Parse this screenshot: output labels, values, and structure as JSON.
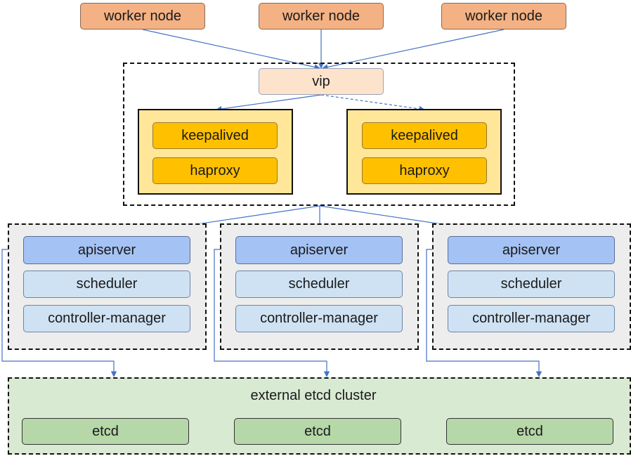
{
  "worker_nodes": [
    {
      "label": "worker node"
    },
    {
      "label": "worker node"
    },
    {
      "label": "worker node"
    }
  ],
  "vip": {
    "label": "vip"
  },
  "load_balancers": [
    {
      "keepalived": "keepalived",
      "haproxy": "haproxy"
    },
    {
      "keepalived": "keepalived",
      "haproxy": "haproxy"
    }
  ],
  "masters": [
    {
      "apiserver": "apiserver",
      "scheduler": "scheduler",
      "controller_manager": "controller-manager"
    },
    {
      "apiserver": "apiserver",
      "scheduler": "scheduler",
      "controller_manager": "controller-manager"
    },
    {
      "apiserver": "apiserver",
      "scheduler": "scheduler",
      "controller_manager": "controller-manager"
    }
  ],
  "etcd_cluster": {
    "title": "external etcd cluster",
    "nodes": [
      {
        "label": "etcd"
      },
      {
        "label": "etcd"
      },
      {
        "label": "etcd"
      }
    ]
  },
  "colors": {
    "arrow": "#4472c4",
    "worker": "#f4b183",
    "vip": "#fde3cc",
    "haproxy_group": "#ffe699",
    "haproxy_item": "#ffc000",
    "apiserver": "#a4c2f4",
    "component": "#cfe2f3",
    "master_group": "#ededed",
    "etcd_group": "#d9ead3",
    "etcd": "#b6d7a8"
  }
}
